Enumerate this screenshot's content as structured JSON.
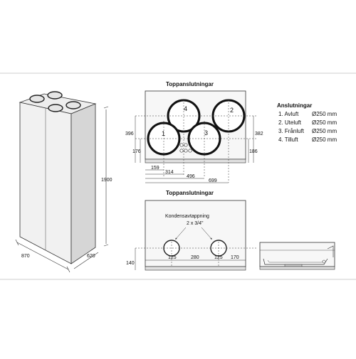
{
  "unit": {
    "height": "1900",
    "depth": "870",
    "width": "620"
  },
  "top_view": {
    "title": "Toppanslutningar",
    "circle_labels": [
      "1",
      "2",
      "3",
      "4"
    ],
    "dims_left": [
      "396",
      "176"
    ],
    "dims_right": [
      "382",
      "186"
    ],
    "dims_bottom": [
      "159",
      "314",
      "496",
      "699"
    ]
  },
  "connections": {
    "title": "Anslutningar",
    "items": [
      {
        "label": "1. Avluft",
        "size": "Ø250 mm"
      },
      {
        "label": "2. Uteluft",
        "size": "Ø250 mm"
      },
      {
        "label": "3. Frånluft",
        "size": "Ø250 mm"
      },
      {
        "label": "4. Tilluft",
        "size": "Ø250 mm"
      }
    ]
  },
  "bottom_view": {
    "title": "Toppanslutningar",
    "condensate_label": "Kondensavtappning",
    "condensate_size": "2 x 3/4\"",
    "dim_left": "140",
    "dims_bottom": [
      "125",
      "280",
      "125",
      "170"
    ]
  },
  "colors": {
    "background": "#ffffff",
    "outline": "#333333",
    "shade_light": "#f1f1f1",
    "shade_dark": "#d6d6d6",
    "panel_fill": "#f7f7f7",
    "rule": "#bbbbbb"
  }
}
